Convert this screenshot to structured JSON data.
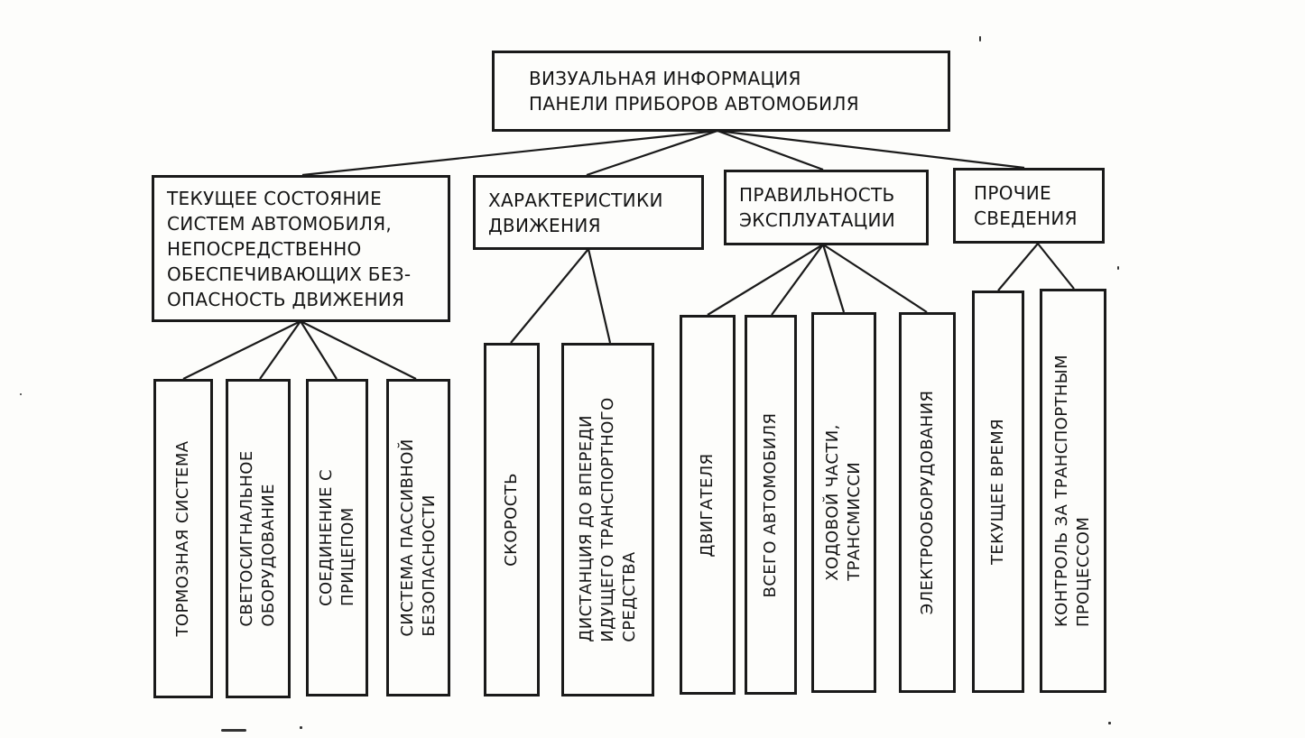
{
  "diagram": {
    "root": "ВИЗУАЛЬНАЯ ИНФОРМАЦИЯ\nПАНЕЛИ ПРИБОРОВ АВТОМОБИЛЯ",
    "categories": [
      {
        "label": "ТЕКУЩЕЕ СОСТОЯНИЕ\nСИСТЕМ АВТОМОБИЛЯ,\nНЕПОСРЕДСТВЕННО\nОБЕСПЕЧИВАЮЩИХ БЕЗ-\nОПАСНОСТЬ ДВИЖЕНИЯ",
        "children": [
          "ТОРМОЗНАЯ СИСТЕМА",
          "СВЕТОСИГНАЛЬНОЕ\nОБОРУДОВАНИЕ",
          "СОЕДИНЕНИЕ С\nПРИЦЕПОМ",
          "СИСТЕМА ПАССИВНОЙ\nБЕЗОПАСНОСТИ"
        ]
      },
      {
        "label": "ХАРАКТЕРИСТИКИ\nДВИЖЕНИЯ",
        "children": [
          "СКОРОСТЬ",
          "ДИСТАНЦИЯ ДО ВПЕРЕДИ\nИДУЩЕГО ТРАНСПОРТНОГО\nСРЕДСТВА"
        ]
      },
      {
        "label": "ПРАВИЛЬНОСТЬ\nЭКСПЛУАТАЦИИ",
        "children": [
          "ДВИГАТЕЛЯ",
          "ВСЕГО АВТОМОБИЛЯ",
          "ХОДОВОЙ ЧАСТИ,\nТРАНСМИССИ",
          "ЭЛЕКТРООБОРУДОВАНИЯ"
        ]
      },
      {
        "label": "ПРОЧИЕ\nСВЕДЕНИЯ",
        "children": [
          "ТЕКУЩЕЕ ВРЕМЯ",
          "КОНТРОЛЬ ЗА ТРАНСПОРТНЫМ\nПРОЦЕССОМ"
        ]
      }
    ]
  }
}
